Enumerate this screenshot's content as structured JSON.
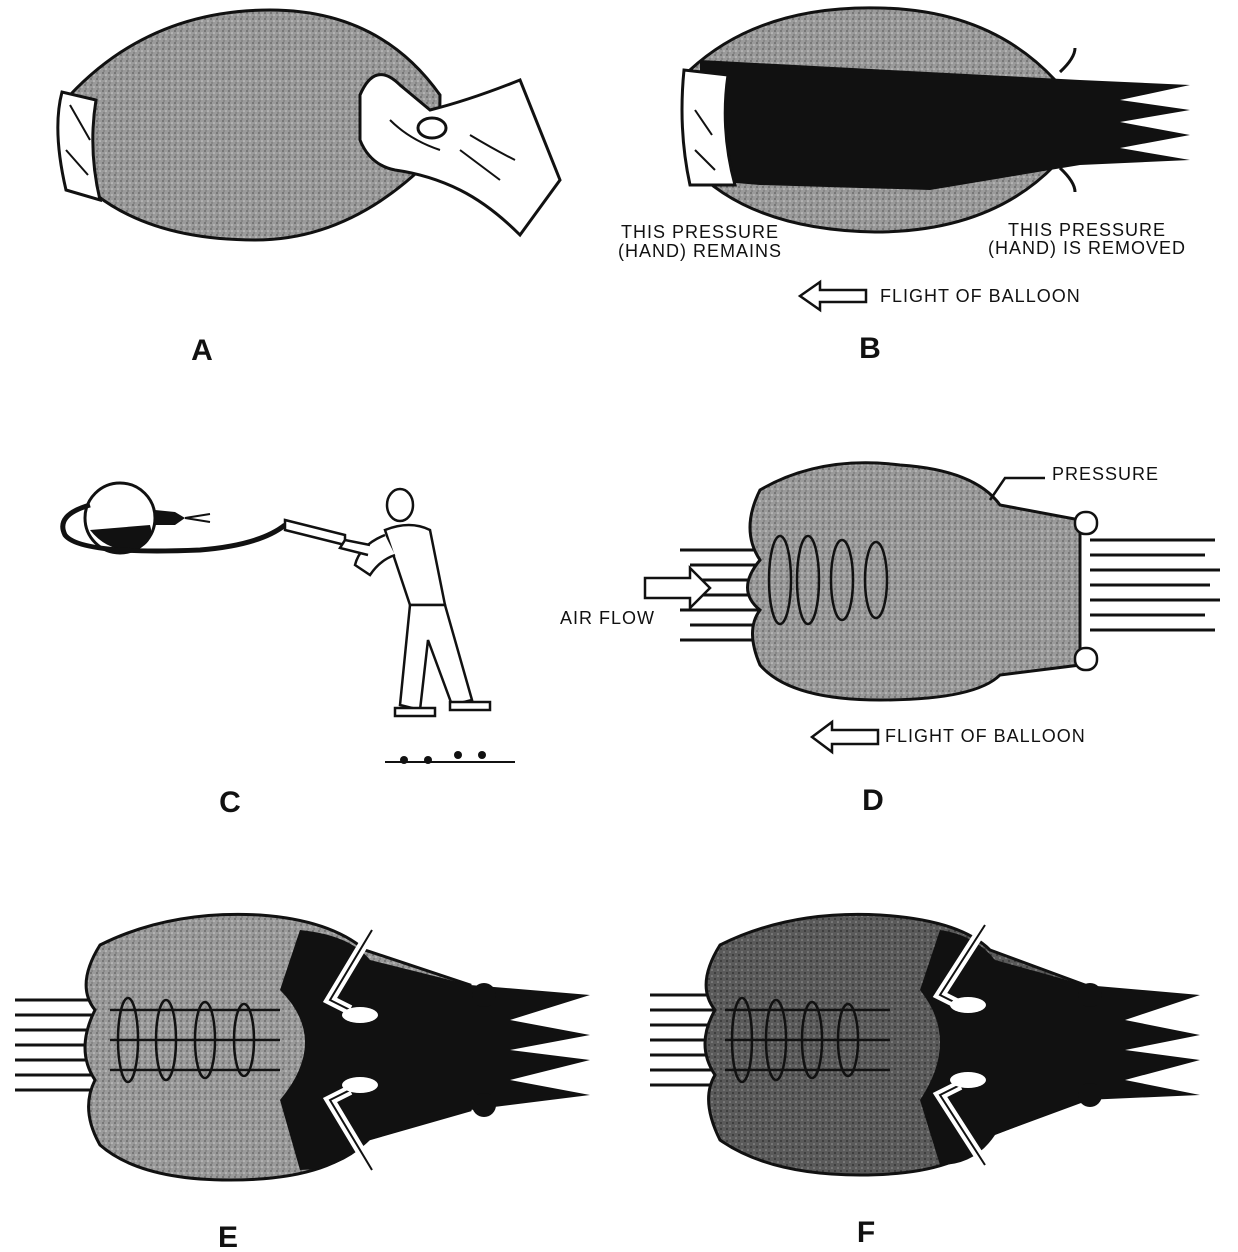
{
  "panels": {
    "a": {
      "letter": "A"
    },
    "b": {
      "letter": "B",
      "left_note_line1": "THIS PRESSURE",
      "left_note_line2": "(HAND) REMAINS",
      "right_note_line1": "THIS PRESSURE",
      "right_note_line2": "(HAND) IS REMOVED",
      "flight_label": "FLIGHT OF BALLOON"
    },
    "c": {
      "letter": "C"
    },
    "d": {
      "letter": "D",
      "pressure_label": "PRESSURE",
      "airflow_label": "AIR FLOW",
      "flight_label": "FLIGHT OF BALLOON"
    },
    "e": {
      "letter": "E"
    },
    "f": {
      "letter": "F"
    }
  },
  "colors": {
    "ink": "#111111",
    "fill_gray": "#8a8a8a",
    "background": "#ffffff"
  }
}
